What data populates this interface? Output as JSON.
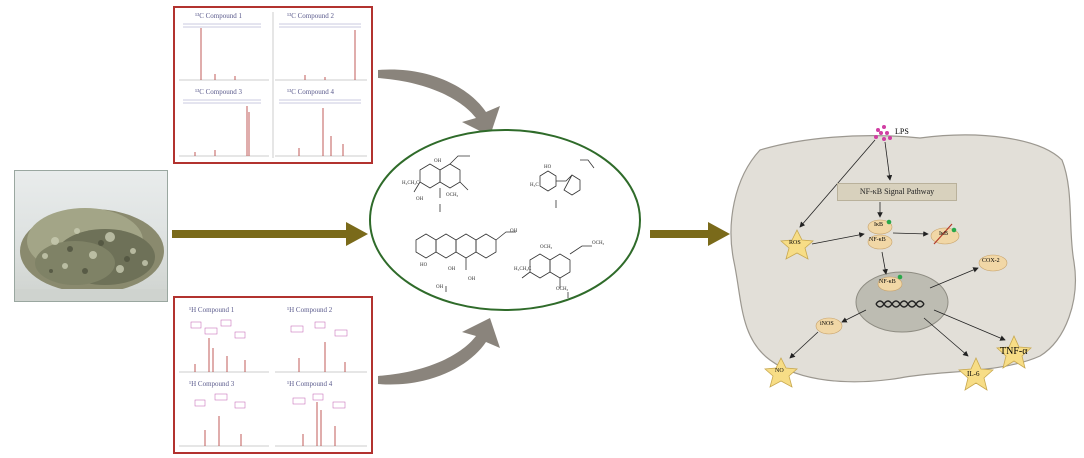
{
  "colors": {
    "arrow": "#7a6a1a",
    "curved_arrow": "#8a847c",
    "frame": "#b2322f",
    "ellipse": "#2f6b2a",
    "cell": "#e2dfd8",
    "nucleus": "#bdbcb2",
    "enzyme": "#f1d7a6",
    "star": "#f7dd86",
    "lps": "#d13ea3",
    "phospho": "#2aa84a"
  },
  "spectra_13c": {
    "panels": [
      "¹³C Compound 1",
      "¹³C Compound 2",
      "¹³C Compound 3",
      "¹³C Compound 4"
    ]
  },
  "spectra_1h": {
    "panels": [
      "¹H Compound 1",
      "¹H Compound 2",
      "¹H Compound 3",
      "¹H Compound 4"
    ]
  },
  "pathway": {
    "lps": "LPS",
    "signal_box": "NF-κB Signal Pathway",
    "ros": "ROS",
    "ikb": "IκB",
    "nfkb_cyto": "NF-κB",
    "ikb_degraded": "IκB",
    "nfkb_nuc": "NF-κB",
    "cox2": "COX-2",
    "inos": "iNOS",
    "no": "NO",
    "il6": "IL-6",
    "tnf": "TNF-α"
  }
}
